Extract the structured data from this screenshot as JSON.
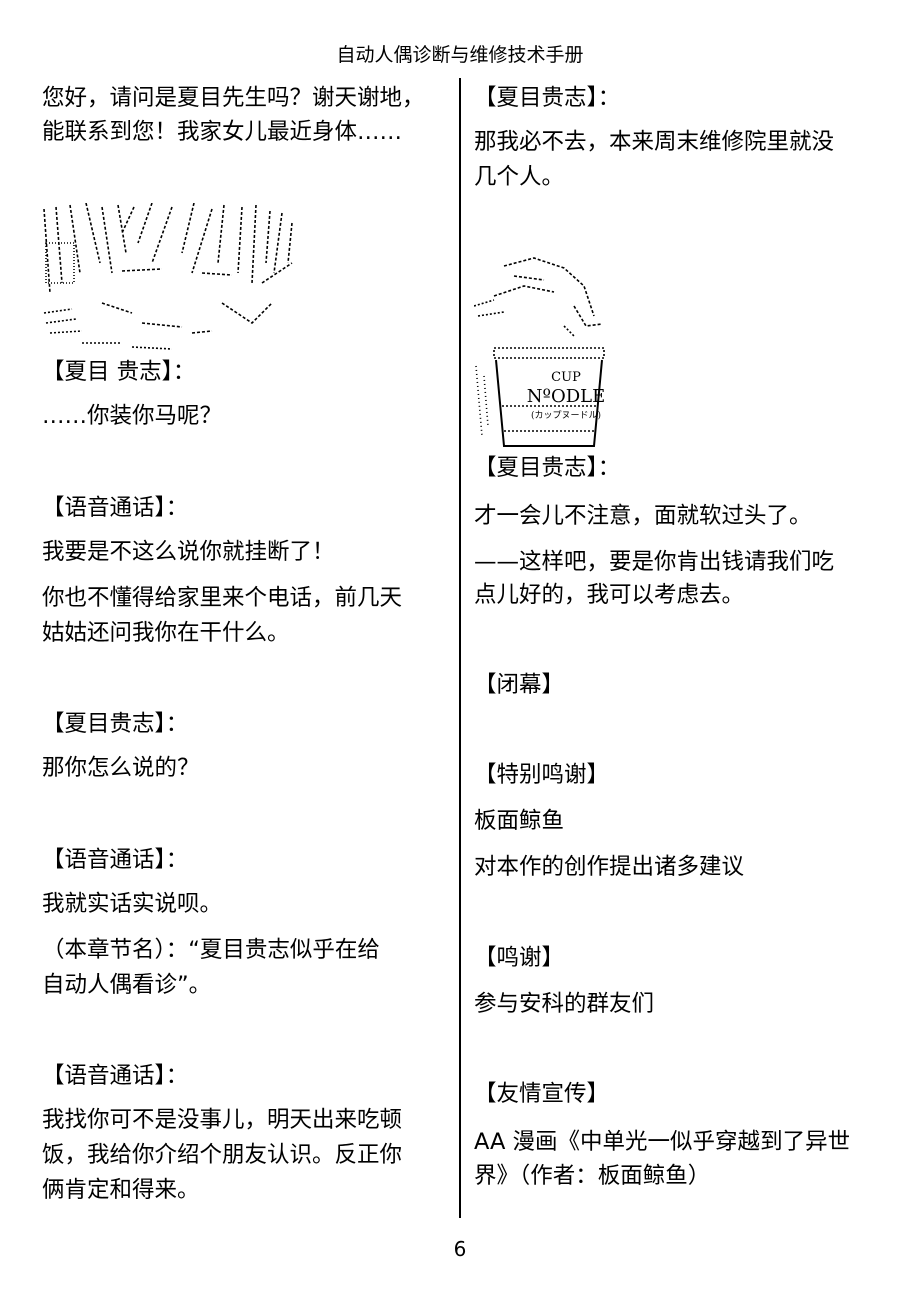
{
  "header": {
    "title": "自动人偶诊断与维修技术手册"
  },
  "page_number": "6",
  "left_column": [
    {
      "text": "您好，请问是夏目先生吗？谢天谢地，"
    },
    {
      "text": "能联系到您！我家女儿最近身体……"
    },
    {
      "text": "【夏目 贵志】："
    },
    {
      "text": "……你装你马呢？"
    },
    {
      "text": "【语音通话】："
    },
    {
      "text": "我要是不这么说你就挂断了！"
    },
    {
      "text": "你也不懂得给家里来个电话，前几天"
    },
    {
      "text": "姑姑还问我你在干什么。"
    },
    {
      "text": "【夏目贵志】："
    },
    {
      "text": "那你怎么说的？"
    },
    {
      "text": "【语音通话】："
    },
    {
      "text": "我就实话实说呗。"
    },
    {
      "text": "（本章节名）：“夏目贵志似乎在给"
    },
    {
      "text": "自动人偶看诊”。"
    },
    {
      "text": "【语音通话】："
    },
    {
      "text": "我找你可不是没事儿，明天出来吃顿"
    },
    {
      "text": "饭，我给你介绍个朋友认识。反正你"
    },
    {
      "text": "俩肯定和得来。"
    }
  ],
  "right_column": [
    {
      "text": "【夏目贵志】："
    },
    {
      "text": "那我必不去，本来周末维修院里就没"
    },
    {
      "text": "几个人。"
    },
    {
      "text": "【夏目贵志】："
    },
    {
      "text": "才一会儿不注意，面就软过头了。"
    },
    {
      "text": "——这样吧，要是你肯出钱请我们吃"
    },
    {
      "text": "点儿好的，我可以考虑去。"
    },
    {
      "text": "【闭幕】"
    },
    {
      "text": "【特别鸣谢】"
    },
    {
      "text": "板面鲸鱼"
    },
    {
      "text": "对本作的创作提出诸多建议"
    },
    {
      "text": "【鸣谢】"
    },
    {
      "text": "参与安科的群友们"
    },
    {
      "text": "【友情宣传】"
    },
    {
      "text": "AA 漫画《中单光一似乎穿越到了异世"
    },
    {
      "text": "界》（作者：板面鲸鱼）"
    }
  ],
  "cup_art": {
    "label_line1": "CUP",
    "label_line2": "NºODLE",
    "label_line3": "(カップヌードル)"
  }
}
